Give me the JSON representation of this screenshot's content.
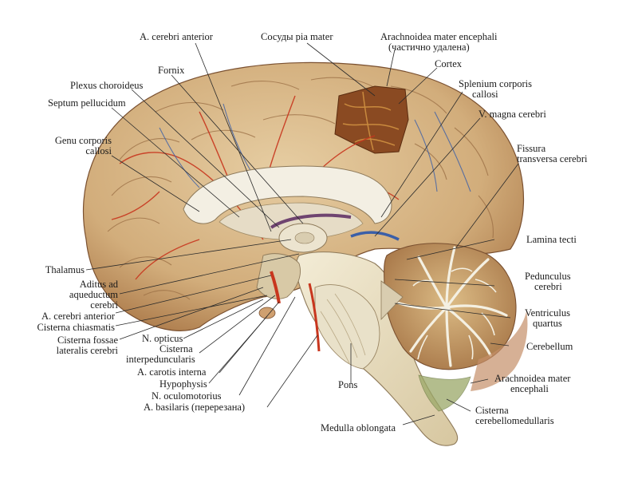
{
  "figure": {
    "labels_top": {
      "a_cerebri_anterior": "A. cerebri anterior",
      "vessels_pia": "Сосуды pia mater",
      "arachnoidea_1": "Arachnoidea mater encephali",
      "arachnoidea_2": "(частично удалена)",
      "cortex": "Cortex",
      "fornix": "Fornix",
      "plexus": "Plexus choroideus",
      "septum": "Septum pellucidum",
      "splenium_1": "Splenium corporis",
      "splenium_2": "callosi",
      "v_magna": "V. magna cerebri",
      "genu_1": "Genu corporis",
      "genu_2": "callosi",
      "fissura_1": "Fissura",
      "fissura_2": "transversa cerebri"
    },
    "labels_left": {
      "thalamus": "Thalamus",
      "aditus_1": "Aditus ad",
      "aditus_2": "aqueductum",
      "aditus_3": "cerebri",
      "a_cerebri_anterior_2": "A. cerebri anterior",
      "cisterna_chiasmatis": "Cisterna chiasmatis",
      "cisterna_fossae_1": "Cisterna fossae",
      "cisterna_fossae_2": "lateralis cerebri"
    },
    "labels_bottom": {
      "n_opticus": "N. opticus",
      "cisterna_interped_1": "Cisterna",
      "cisterna_interped_2": "interpeduncularis",
      "a_carotis": "A. carotis interna",
      "hypophysis": "Hypophysis",
      "n_oculomotorius": "N. oculomotorius",
      "a_basilaris": "A. basilaris (перерезана)",
      "pons": "Pons",
      "medulla": "Medulla oblongata"
    },
    "labels_right": {
      "lamina_tecti": "Lamina tecti",
      "pedunculus_1": "Pedunculus",
      "pedunculus_2": "cerebri",
      "ventriculus_1": "Ventriculus",
      "ventriculus_2": "quartus",
      "cerebellum": "Cerebellum",
      "arachnoidea_r_1": "Arachnoidea mater",
      "arachnoidea_r_2": "encephali",
      "cisterna_cm_1": "Cisterna",
      "cisterna_cm_2": "cerebellomedullaris"
    },
    "colors": {
      "cortex_fill": "#d8b88a",
      "cortex_shade": "#b7895c",
      "artery": "#c8361e",
      "vein": "#3b5fa8",
      "white_matter": "#f3efe3",
      "cerebellum": "#c9a36d",
      "cerebellum_white": "#f4f0e2",
      "pons": "#e9e1c9",
      "label_text": "#1b1b1b",
      "leader_line": "#2a2a2a"
    }
  }
}
